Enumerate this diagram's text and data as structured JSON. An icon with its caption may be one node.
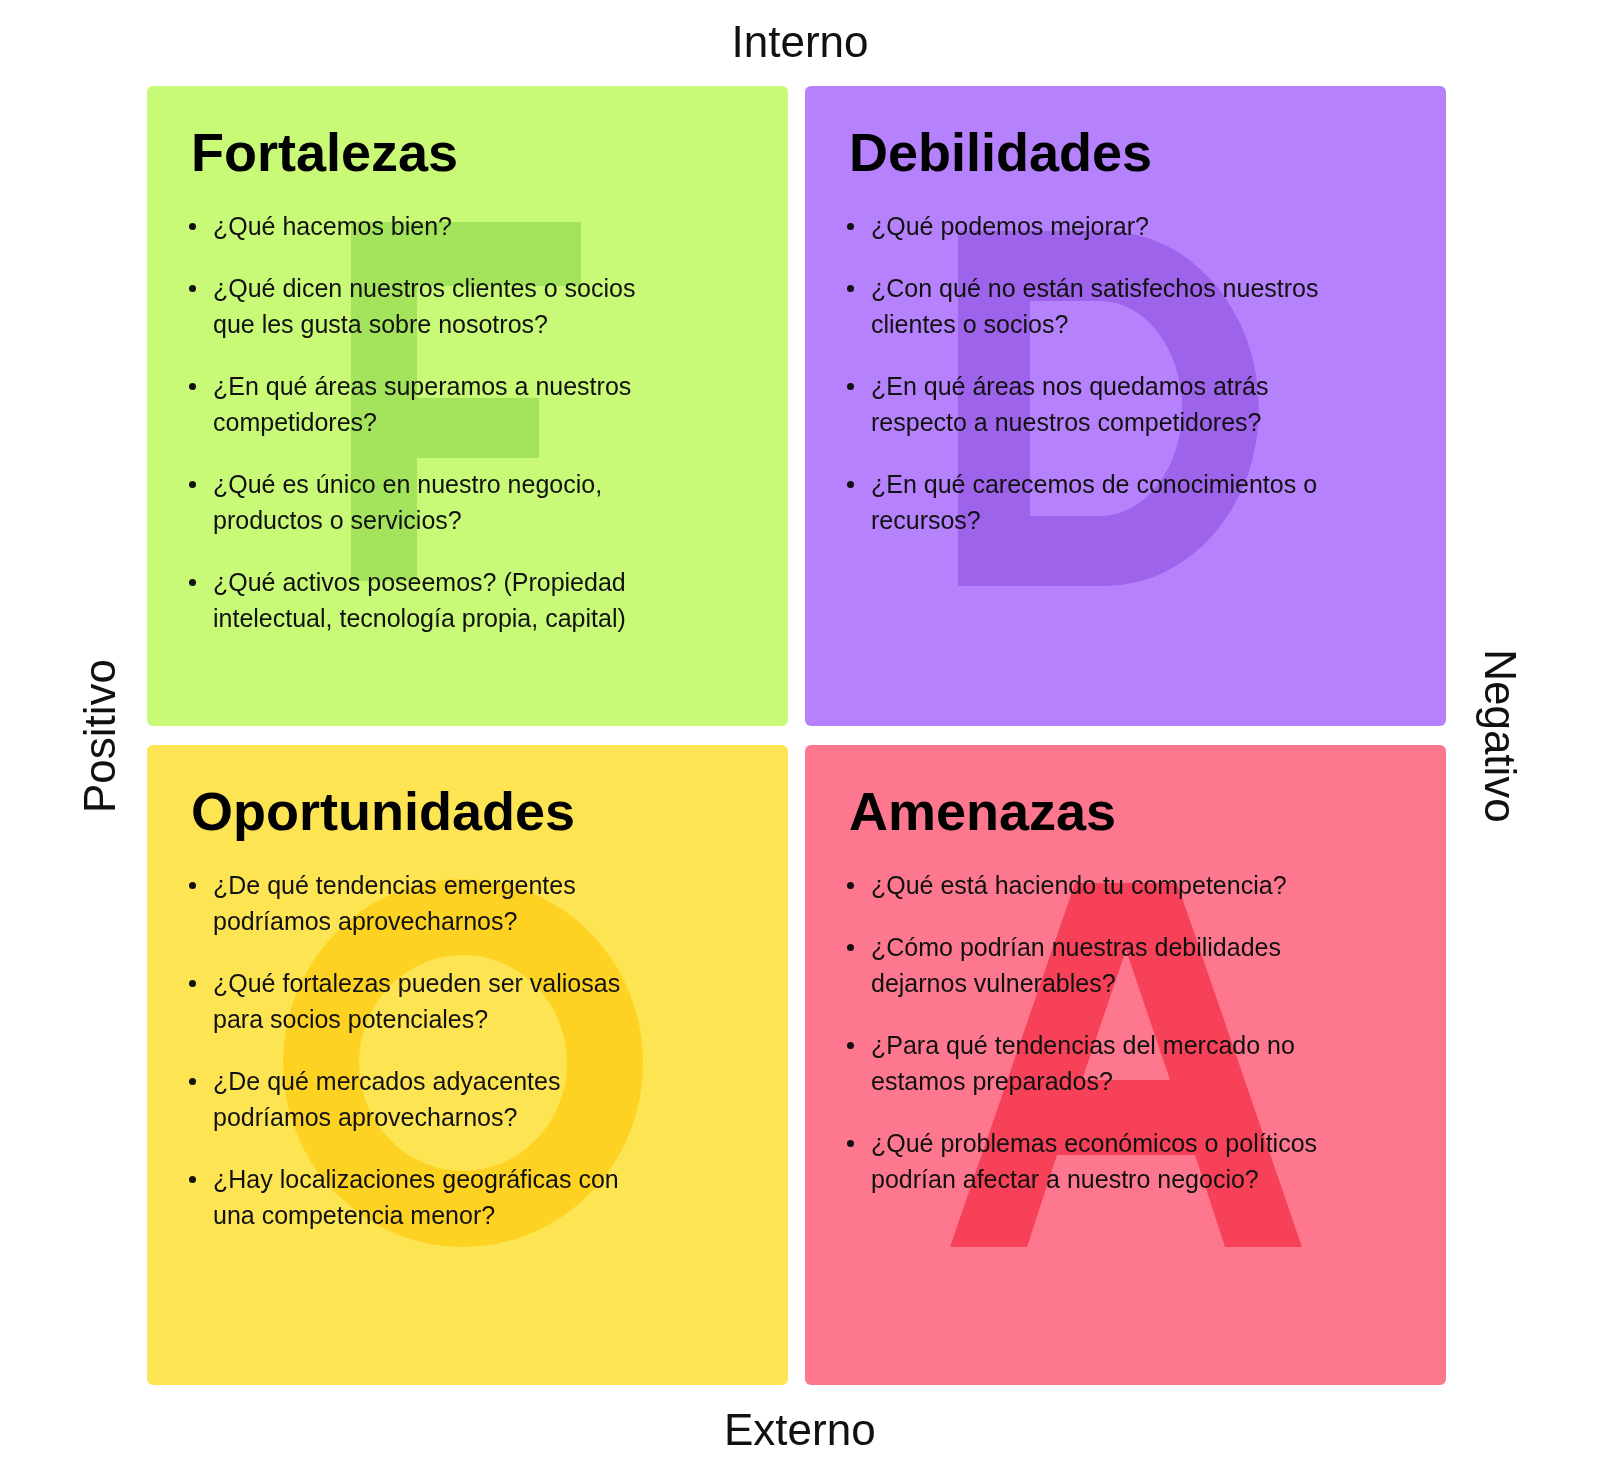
{
  "diagram": {
    "nodes": [
      {
        "text": [
          "Fortalezas",
          "¿Qué hacemos bien?",
          "¿Qué dicen nuestros clientes o socios que les gusta sobre nosotros?",
          "¿En qué áreas superamos a nuestros competidores?",
          "¿Qué es único en nuestro negocio, productos o servicios?",
          "¿Qué activos poseemos? (Propiedad intelectual, tecnología propia, capital)"
        ]
      },
      {
        "text": [
          "Debilidades",
          "¿Qué podemos mejorar?",
          "¿Con qué no están satisfechos nuestros clientes o socios?",
          "¿En qué áreas nos quedamos atrás respecto a nuestros competidores?",
          "¿En qué carecemos de conocimientos o recursos?"
        ]
      },
      {
        "text": [
          "Oportunidades",
          "¿De qué tendencias emergentes podríamos aprovecharnos?",
          "¿Qué fortalezas pueden ser valiosas para socios potenciales?",
          "¿De qué mercados adyacentes podríamos aprovecharnos?",
          "¿Hay localizaciones geográficas con una competencia menor?"
        ]
      },
      {
        "text": [
          "Amenazas",
          "¿Qué está haciendo tu competencia?",
          "¿Cómo podrían nuestras debilidades dejarnos vulnerables?",
          "¿Para qué tendencias del mercado no estamos preparados?",
          "¿Qué problemas económicos o políticos podrían afectar a nuestro negocio?"
        ]
      }
    ],
    "labels": [
      "Interno",
      "Positivo",
      "Negativo",
      "Externo"
    ]
  }
}
